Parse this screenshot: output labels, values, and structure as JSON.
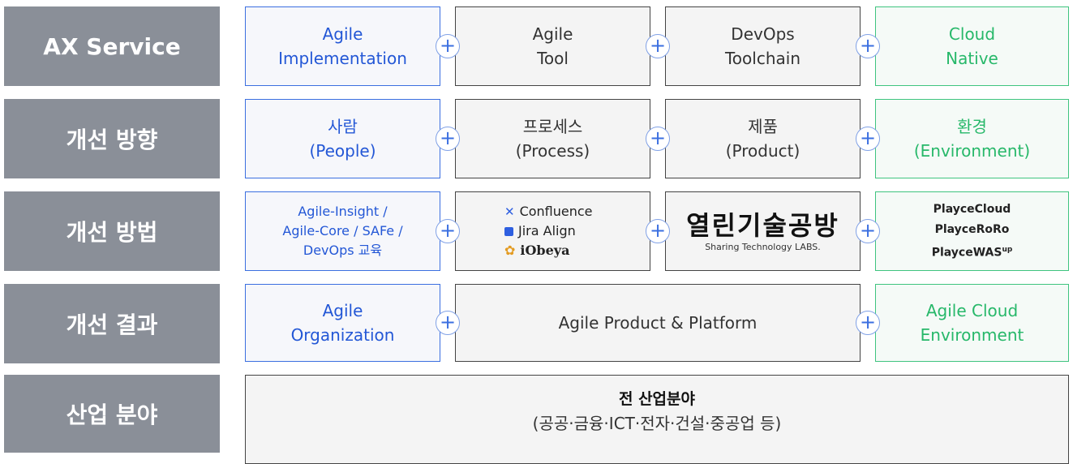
{
  "rows": {
    "service": "AX Service",
    "direction": "개선 방향",
    "method": "개선 방법",
    "result": "개선 결과",
    "industry": "산업 분야"
  },
  "plus_symbol": "+",
  "service_row": {
    "c1": [
      "Agile",
      "Implementation"
    ],
    "c2": [
      "Agile",
      "Tool"
    ],
    "c3": [
      "DevOps",
      "Toolchain"
    ],
    "c4": [
      "Cloud",
      "Native"
    ]
  },
  "direction_row": {
    "c1": [
      "사람",
      "(People)"
    ],
    "c2": [
      "프로세스",
      "(Process)"
    ],
    "c3": [
      "제품",
      "(Product)"
    ],
    "c4": [
      "환경",
      "(Environment)"
    ]
  },
  "method_row": {
    "c1": [
      "Agile-Insight /",
      "Agile-Core / SAFe /",
      "DevOps 교육"
    ],
    "tools": [
      "Confluence",
      "Jira Align",
      "iObeya"
    ],
    "logo_main": "열린기술공방",
    "logo_sub": "Sharing Technology LABS.",
    "playce": [
      "PlayceCloud",
      "PlayceRoRo",
      "PlayceWAS"
    ],
    "playce_sup": "up"
  },
  "result_row": {
    "c1": [
      "Agile",
      "Organization"
    ],
    "c2": "Agile Product & Platform",
    "c4": [
      "Agile Cloud",
      "Environment"
    ]
  },
  "industry_row": {
    "title": "전 산업분야",
    "detail": "(공공·금융·ICT·전자·건설·중공업 등)"
  },
  "colors": {
    "label_bg": "#8a8f98",
    "blue": "#2357d6",
    "green": "#27b86a",
    "border": "#444444"
  }
}
